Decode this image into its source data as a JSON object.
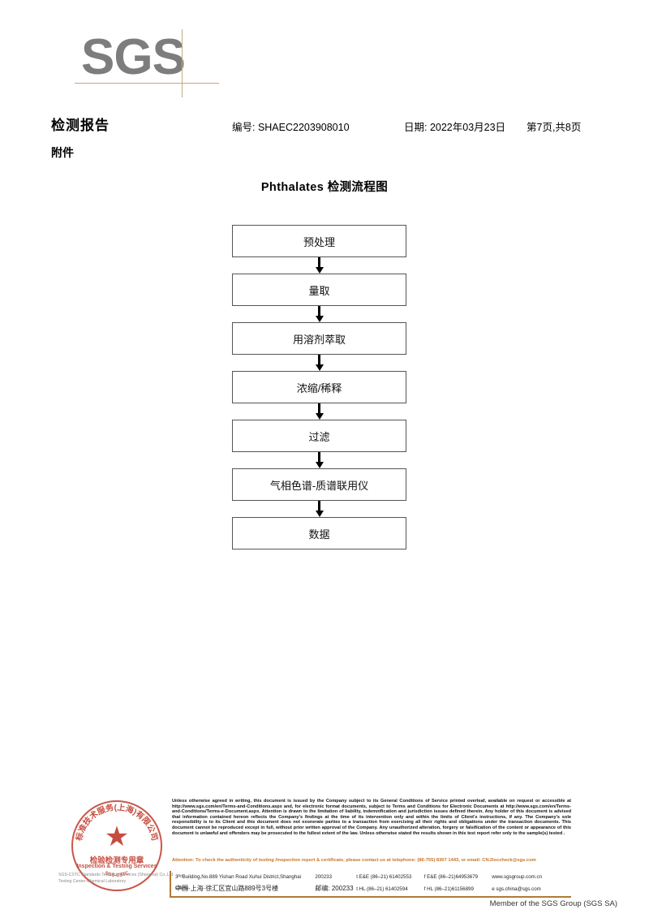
{
  "logo": {
    "text": "SGS",
    "rule_color": "#c8a882",
    "text_color": "#7d7d7d"
  },
  "header": {
    "title": "检测报告",
    "subtitle": "附件",
    "report_no": "编号: SHAEC2203908010",
    "date": "日期: 2022年03月23日",
    "page": "第7页,共8页"
  },
  "flowchart": {
    "title": "Phthalates 检测流程图",
    "steps": [
      {
        "label": "预处理"
      },
      {
        "label": "量取"
      },
      {
        "label": "用溶剂萃取"
      },
      {
        "label": "浓缩/稀释"
      },
      {
        "label": "过滤"
      },
      {
        "label": "气相色谱-质谱联用仪"
      },
      {
        "label": "数据"
      }
    ]
  },
  "stamp": {
    "cn_label": "检验检测专用章",
    "en_label": "Inspection & Testing Services",
    "arc_top_cn": "标准技术服务(上海)有限公司",
    "arc_bottom_en": "SGS-CSTC",
    "star": "★",
    "color": "#c0392b"
  },
  "footer": {
    "company_faint_line1": "SGS-CSTC Standards Technical Services (Shanghai) Co.,Ltd.",
    "company_faint_line2": "Testing Center-Chemical Laboratory",
    "legal": "Unless otherwise agreed in writing, this document is issued by the Company subject to its General Conditions of Service printed overleaf, available on request or accessible at http://www.sgs.com/en/Terms-and-Conditions.aspx and, for electronic format documents, subject to Terms and Conditions for Electronic Documents at http://www.sgs.com/en/Terms-and-Conditions/Terms-e-Document.aspx. Attention is drawn to the limitation of liability, indemnification and jurisdiction issues defined therein. Any holder of this document is advised that information contained hereon reflects the Company's findings at the time of its intervention only and within the limits of Client's instructions, if any. The Company's sole responsibility is to its Client and this document does not exonerate parties to a transaction from exercising all their rights and obligations under the transaction documents. This document cannot be reproduced except in full, without prior written approval of the Company. Any unauthorized alteration, forgery or falsification of the content or appearance of this document is unlawful and offenders may be prosecuted to the fullest extent of the law. Unless otherwise stated the results shown in this test report refer only to the sample(s) tested .",
    "attention": "Attention: To check the authenticity of testing /inspection report & certificate, please contact us at telephone: (86-755) 8307 1443, or email: CN.Doccheck@sgs.com",
    "attention_color": "#c2762c",
    "address_en": "3ᴿᵈBuilding,No.889 Yishan Road Xuhui District,Shanghai China",
    "address_cn": "中国·上海·徐汇区宜山路889号3号楼",
    "zip_en": "200233",
    "zip_cn": "邮编: 200233",
    "tel_en_1": "t E&E (86–21) 61402553",
    "fax_en_1": "f E&E (86–21)64953679",
    "tel_en_2": "t HL (86–21) 61402594",
    "fax_en_2": "f HL (86–21)61156899",
    "website": "www.sgsgroup.com.cn",
    "email": "e  sgs.china@sgs.com",
    "member": "Member of the SGS Group (SGS SA)",
    "divider_color": "#b07a35"
  }
}
